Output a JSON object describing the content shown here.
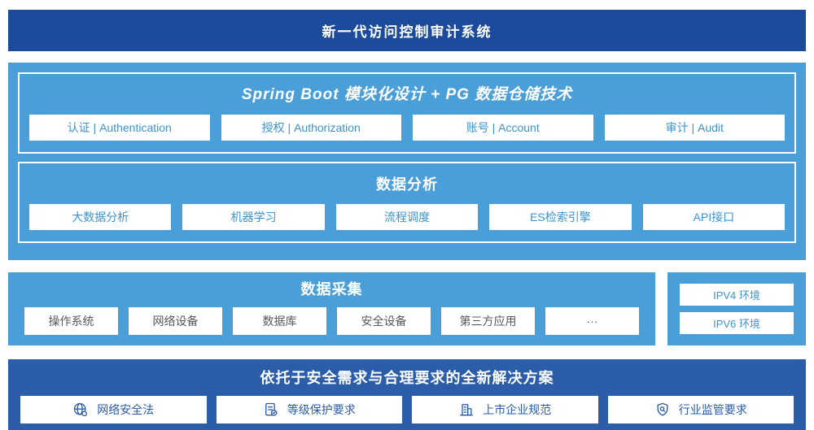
{
  "colors": {
    "banner_bg": "#1c4b9c",
    "platform_bg": "#4a9fd8",
    "box_text_blue": "#3e93ce",
    "collect_text_gray": "#595959",
    "solution_bg": "#2c5da9",
    "solution_text_blue": "#2b5ca8",
    "white": "#ffffff"
  },
  "banner": {
    "title": "新一代访问控制审计系统"
  },
  "platform": {
    "sections": [
      {
        "title": "Spring Boot 模块化设计 + PG 数据仓储技术",
        "items": [
          "认证 | Authentication",
          "授权 | Authorization",
          "账号 | Account",
          "审计 | Audit"
        ]
      },
      {
        "title": "数据分析",
        "items": [
          "大数据分析",
          "机器学习",
          "流程调度",
          "ES检索引擎",
          "API接口"
        ]
      }
    ]
  },
  "collection": {
    "title": "数据采集",
    "items": [
      "操作系统",
      "网络设备",
      "数据库",
      "安全设备",
      "第三方应用",
      "···"
    ]
  },
  "environments": {
    "items": [
      "IPV4 环境",
      "IPV6 环境"
    ]
  },
  "solution": {
    "title": "依托于安全需求与合理要求的全新解决方案",
    "items": [
      {
        "icon": "globe-icon",
        "label": "网络安全法"
      },
      {
        "icon": "document-check-icon",
        "label": "等级保护要求"
      },
      {
        "icon": "building-icon",
        "label": "上市企业规范"
      },
      {
        "icon": "shield-search-icon",
        "label": "行业监管要求"
      }
    ]
  }
}
